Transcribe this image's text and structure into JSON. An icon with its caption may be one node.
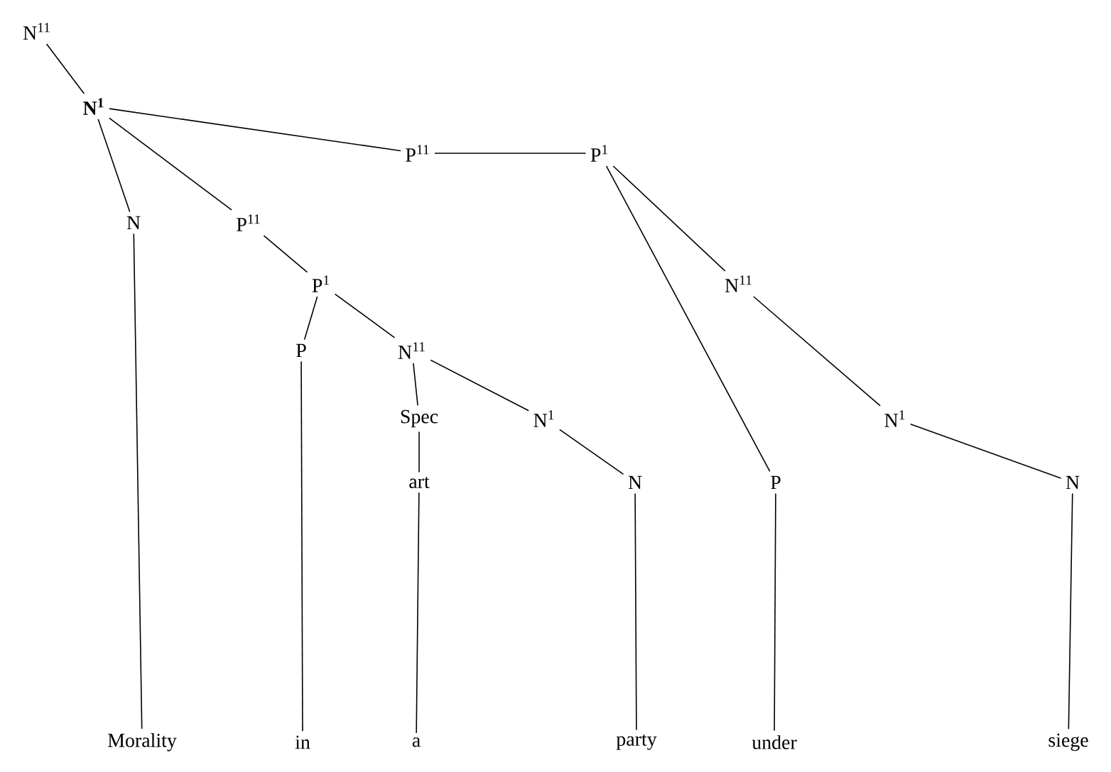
{
  "diagram": {
    "nodes": [
      {
        "text": [
          "N$^{11}$"
        ]
      },
      {
        "text": [
          "N$^{1}$"
        ]
      },
      {
        "text": [
          "P$^{11}$"
        ]
      },
      {
        "text": [
          "P$^{1}$"
        ]
      },
      {
        "text": [
          "N"
        ]
      },
      {
        "text": [
          "P$^{11}$"
        ]
      },
      {
        "text": [
          "P$^{1}$"
        ]
      },
      {
        "text": [
          "P"
        ]
      },
      {
        "text": [
          "N$^{11}$"
        ]
      },
      {
        "text": [
          "Spec"
        ]
      },
      {
        "text": [
          "N$^{1}$"
        ]
      },
      {
        "text": [
          "art"
        ]
      },
      {
        "text": [
          "N"
        ]
      },
      {
        "text": [
          "N$^{11}$"
        ]
      },
      {
        "text": [
          "N$^{1}$"
        ]
      },
      {
        "text": [
          "P"
        ]
      },
      {
        "text": [
          "N"
        ]
      },
      {
        "text": [
          "Morality"
        ]
      },
      {
        "text": [
          "in"
        ]
      },
      {
        "text": [
          "a"
        ]
      },
      {
        "text": [
          "party"
        ]
      },
      {
        "text": [
          "under"
        ]
      },
      {
        "text": [
          "siege"
        ]
      }
    ],
    "edges": [
      {
        "from": 0,
        "to": 1,
        "arrow": "none"
      },
      {
        "from": 1,
        "to": 2,
        "arrow": "none"
      },
      {
        "from": 2,
        "to": 3,
        "arrow": "none"
      },
      {
        "from": 1,
        "to": 4,
        "arrow": "none"
      },
      {
        "from": 4,
        "to": 17,
        "arrow": "none"
      },
      {
        "from": 1,
        "to": 5,
        "arrow": "none"
      },
      {
        "from": 5,
        "to": 6,
        "arrow": "none"
      },
      {
        "from": 6,
        "to": 7,
        "arrow": "none"
      },
      {
        "from": 7,
        "to": 18,
        "arrow": "none"
      },
      {
        "from": 6,
        "to": 8,
        "arrow": "none"
      },
      {
        "from": 8,
        "to": 9,
        "arrow": "none"
      },
      {
        "from": 9,
        "to": 11,
        "arrow": "none"
      },
      {
        "from": 11,
        "to": 19,
        "arrow": "none"
      },
      {
        "from": 8,
        "to": 10,
        "arrow": "none"
      },
      {
        "from": 10,
        "to": 12,
        "arrow": "none"
      },
      {
        "from": 12,
        "to": 20,
        "arrow": "none"
      },
      {
        "from": 3,
        "to": 13,
        "arrow": "none"
      },
      {
        "from": 3,
        "to": 15,
        "arrow": "none"
      },
      {
        "from": 13,
        "to": 14,
        "arrow": "none"
      },
      {
        "from": 14,
        "to": 16,
        "arrow": "none"
      },
      {
        "from": 15,
        "to": 21,
        "arrow": "none"
      },
      {
        "from": 16,
        "to": 22,
        "arrow": "none"
      }
    ]
  }
}
